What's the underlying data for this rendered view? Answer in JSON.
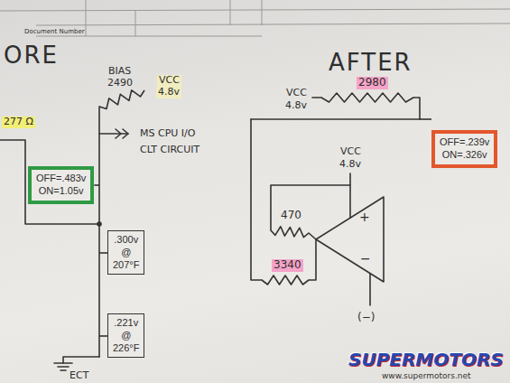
{
  "diagram": {
    "nodes": [
      {
        "text": [
          "OFF=.483v ON=1.05v"
        ]
      },
      {
        "text": [
          ".300v @ 207°F"
        ]
      },
      {
        "text": [
          ".221v @ 226°F"
        ]
      },
      {
        "text": [
          "OFF=.239v ON=.326v"
        ]
      }
    ],
    "labels": [
      "Document Number",
      "ORE",
      "277 Ω",
      "BIAS",
      "2490",
      "VCC",
      "4.8v",
      "MS CPU I/O",
      "CLT CIRCUIT",
      "ECT",
      "AFTER",
      "VCC",
      "4.8v",
      "2980",
      "VCC",
      "4.8v",
      "470",
      "3340",
      "+",
      "−",
      "(−)",
      "SUPERMOTORS",
      "www.supermotors.net"
    ]
  }
}
